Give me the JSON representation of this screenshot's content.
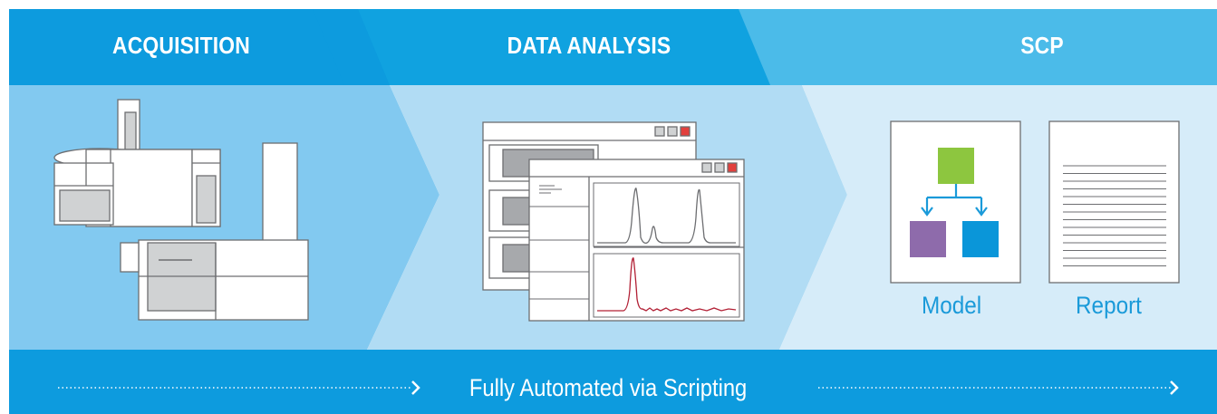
{
  "stages": {
    "acquisition": {
      "title": "ACQUISITION",
      "color": "#0d9bde"
    },
    "data_analysis": {
      "title": "DATA ANALYSIS",
      "color": "#10a2e0"
    },
    "scp": {
      "title": "SCP",
      "color": "#4bbbe9"
    }
  },
  "scp_outputs": {
    "model_label": "Model",
    "report_label": "Report"
  },
  "footer": {
    "automation_text": "Fully Automated via Scripting",
    "color": "#0d9bde"
  },
  "colors": {
    "acquisition_panel": "#82c9f0",
    "analysis_panel": "#b1dcf4",
    "scp_panel": "#d6ecf9",
    "model_top_node": "#8dc63f",
    "model_left_node": "#8e6bab",
    "model_right_node": "#0a96d9",
    "chromatogram_line": "#b22035",
    "window_close_button": "#e2403d"
  }
}
